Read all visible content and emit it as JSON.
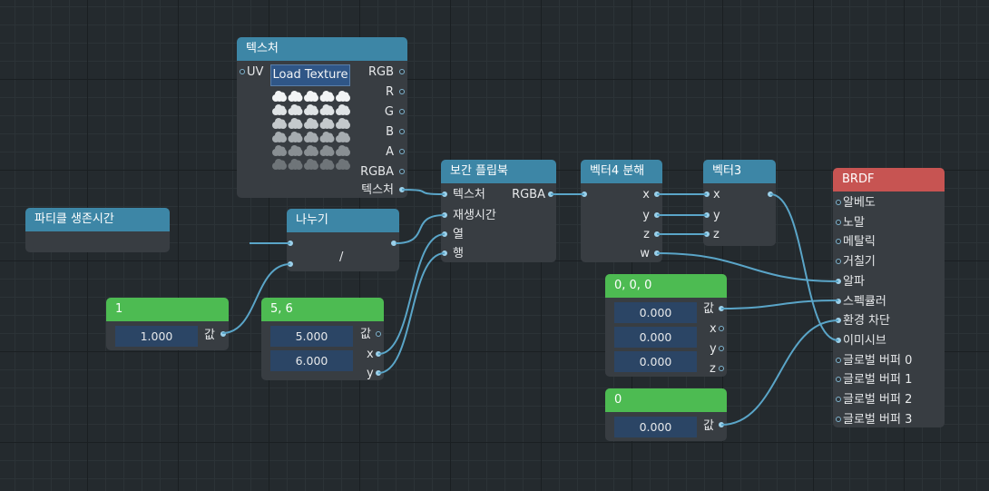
{
  "nodes": {
    "texture": {
      "title": "텍스처",
      "in_uv": "UV",
      "load_button": "Load Texture",
      "outputs": [
        "RGB",
        "R",
        "G",
        "B",
        "A",
        "RGBA",
        "텍스처"
      ]
    },
    "particle_lifetime": {
      "title": "파티클 생존시간"
    },
    "divide": {
      "title": "나누기",
      "operator": "/"
    },
    "flipbook": {
      "title": "보간 플립북",
      "inputs": [
        "텍스처",
        "재생시간",
        "열",
        "행"
      ],
      "output": "RGBA"
    },
    "vector4_split": {
      "title": "벡터4 분해",
      "outputs": [
        "x",
        "y",
        "z",
        "w"
      ]
    },
    "vector3": {
      "title": "벡터3",
      "inputs": [
        "x",
        "y",
        "z"
      ]
    },
    "brdf": {
      "title": "BRDF",
      "inputs": [
        "알베도",
        "노말",
        "메탈릭",
        "거칠기",
        "알파",
        "스펙큘러",
        "환경 차단",
        "이미시브",
        "글로벌 버퍼 0",
        "글로벌 버퍼 1",
        "글로벌 버퍼 2",
        "글로벌 버퍼 3"
      ]
    },
    "const_one": {
      "title": "1",
      "value": "1.000",
      "out": "값"
    },
    "const_56": {
      "title": "5, 6",
      "values": [
        "5.000",
        "6.000"
      ],
      "out_value": "값",
      "out_x": "x",
      "out_y": "y"
    },
    "const_000": {
      "title": "0, 0, 0",
      "values": [
        "0.000",
        "0.000",
        "0.000"
      ],
      "out_value": "값",
      "out_x": "x",
      "out_y": "y",
      "out_z": "z"
    },
    "const_zero": {
      "title": "0",
      "value": "0.000",
      "out": "값"
    }
  },
  "colors": {
    "background": "#242a2e",
    "node_body": "#383d42",
    "header_blue": "#3d86a6",
    "header_green": "#4dbb52",
    "header_red": "#c75452",
    "wire": "#5aa5c8",
    "field": "#2b4565"
  }
}
